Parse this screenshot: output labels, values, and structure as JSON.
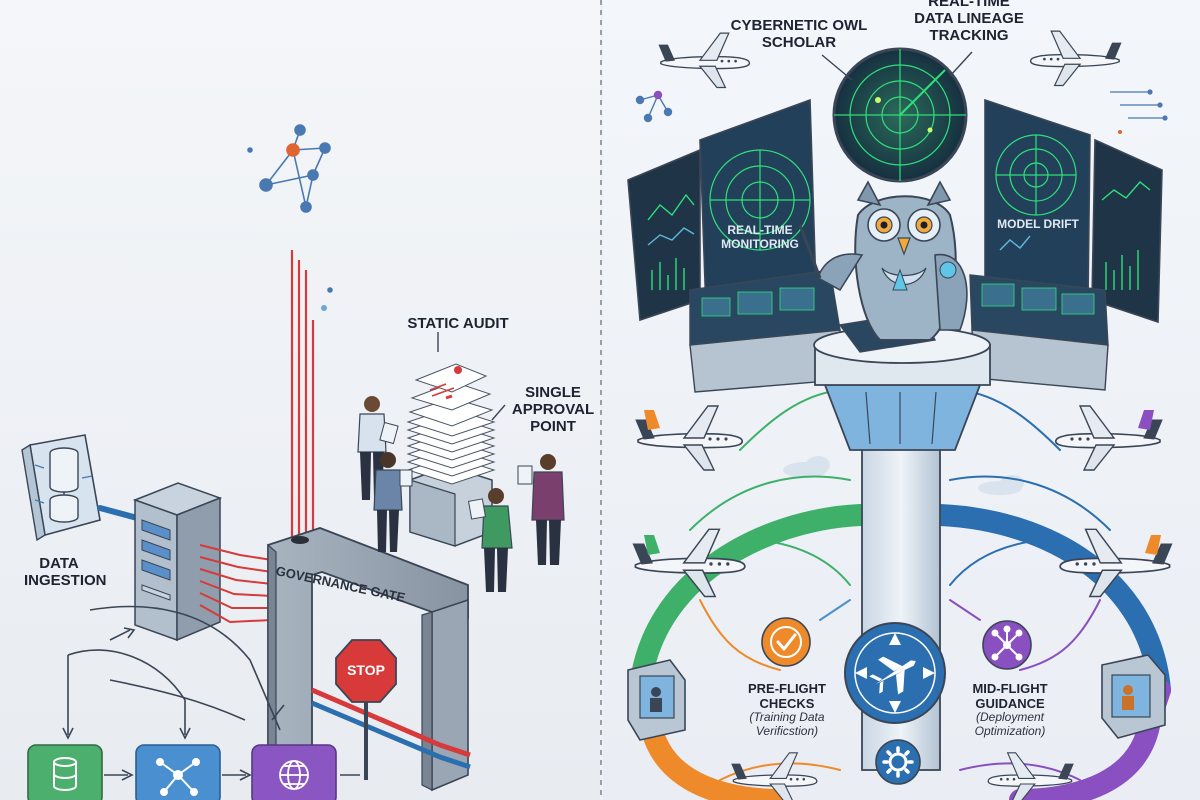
{
  "left_panel": {
    "data_ingestion": [
      "DATA",
      "INGESTION"
    ],
    "static_audit": "STATIC AUDIT",
    "single_approval": [
      "SINGLE",
      "APPROVAL",
      "POINT"
    ],
    "gate_label": "GOVERNANCE GATE",
    "stop_sign": "STOP"
  },
  "right_panel": {
    "owl_label": [
      "CYBERNETIC OWL",
      "SCHOLAR"
    ],
    "lineage_label": [
      "REAL-TIME",
      "DATA LINEAGE",
      "TRACKING"
    ],
    "monitoring_screen": [
      "REAL-TIME",
      "MONITORING"
    ],
    "drift_screen": "MODEL DRIFT",
    "preflight": {
      "title": [
        "PRE-FLIGHT",
        "CHECKS"
      ],
      "sub": [
        "(Training Data",
        "Verificstion)"
      ]
    },
    "midflight": {
      "title": [
        "MID-FLIGHT",
        "GUIDANCE"
      ],
      "sub": [
        "(Deployment",
        "Optimization)"
      ]
    }
  },
  "colors": {
    "background": "#eef1f5",
    "red_line": "#d63a3a",
    "blue_line": "#2c6fb0",
    "green_ring": "#3fb06a",
    "orange_ring": "#ef8a2a",
    "purple_ring": "#8a4fc0",
    "screen_green": "#2ee07a",
    "radar_bg": "#1c3a4a",
    "owl_body": "#9db4c7"
  },
  "icons": [
    "database-icon",
    "network-icon",
    "globe-icon",
    "checkmark-icon",
    "airplane-icon",
    "gear-icon",
    "hub-icon",
    "stop-sign-icon",
    "document-stack-icon",
    "server-icon",
    "radar-icon",
    "owl-icon",
    "control-tower-icon"
  ]
}
